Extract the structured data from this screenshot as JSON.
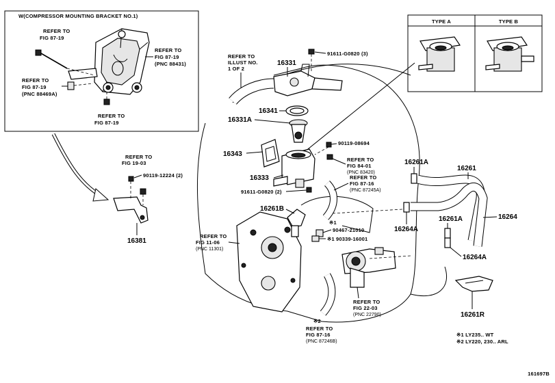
{
  "inset": {
    "title": "W(COMPRESSOR MOUNTING BRACKET NO.1)",
    "ref_a": [
      "REFER TO",
      "FIG 87-19"
    ],
    "ref_b": [
      "REFER TO",
      "FIG 87-19",
      "(PNC 88431)"
    ],
    "ref_c": [
      "REFER TO",
      "FIG 87-19",
      "(PNC 88469A)"
    ],
    "ref_d": [
      "REFER TO",
      "FIG 87-19"
    ]
  },
  "type_box": {
    "type_a": "TYPE A",
    "type_b": "TYPE B"
  },
  "refs": {
    "illust": [
      "REFER TO",
      "ILLUST NO.",
      "1 OF 2"
    ],
    "fig_19_03": [
      "REFER TO",
      "FIG 19-03"
    ],
    "fig_84_01": [
      "REFER TO",
      "FIG 84-01",
      "(PNC 83420)"
    ],
    "fig_87_16_a": [
      "REFER TO",
      "FIG 87-16",
      "(PNC 87245A)"
    ],
    "fig_11_06": [
      "REFER TO",
      "FIG 11-06",
      "(PNC 11301)"
    ],
    "fig_22_03": [
      "REFER TO",
      "FIG 22-03",
      "(PNC 22790)"
    ],
    "fig_87_16_b": [
      "REFER TO",
      "FIG 87-16",
      "(PNC 87246B)"
    ]
  },
  "parts": {
    "p16331": "16331",
    "p16341": "16341",
    "p16331A": "16331A",
    "p16343": "16343",
    "p16333": "16333",
    "p16381": "16381",
    "p16261A_1": "16261A",
    "p16261": "16261",
    "p16261B": "16261B",
    "p16264A_1": "16264A",
    "p16261A_2": "16261A",
    "p16264": "16264",
    "p16264A_2": "16264A",
    "p16261R": "16261R"
  },
  "hardware": {
    "h91611_3": "91611-G0820 (3)",
    "h90119_08694": "90119-08694",
    "h90119_12224": "90119-12224 (2)",
    "h91611_2": "91611-G0820 (2)",
    "h90467": "90467-21010",
    "h90339": "90339-16001"
  },
  "marks": {
    "note1_mark": "※1",
    "note_mark_h90339": "※1",
    "note2_mark": "※2"
  },
  "notes": {
    "n1": "※1  LY235.. WT",
    "n2": "※2  LY220, 230.. ARL"
  },
  "figure_id": "161697B"
}
